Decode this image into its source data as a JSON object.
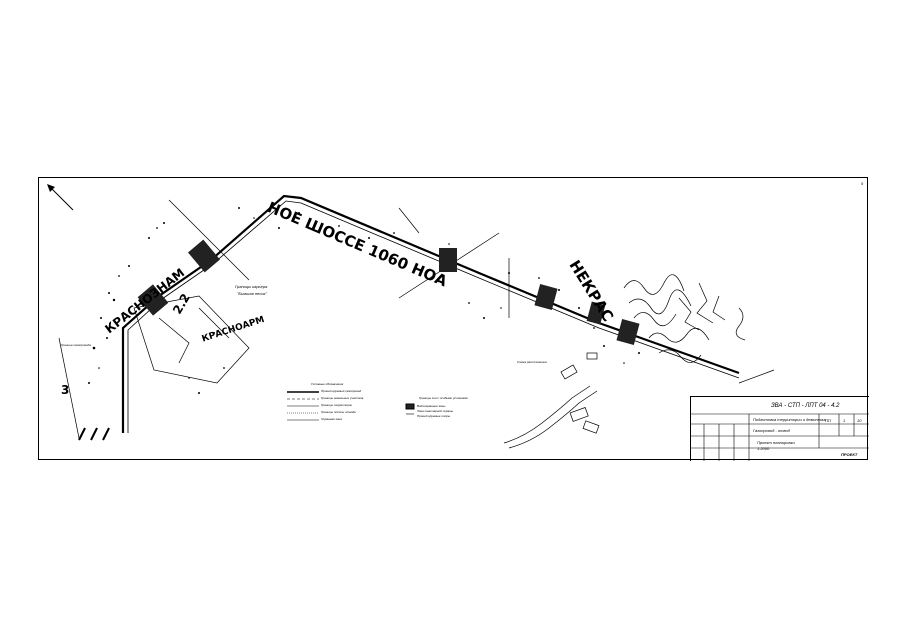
{
  "sheet": {
    "page_number": "5",
    "code": "ЗВА - СТП - ЛПТ 04 - 4.2",
    "project_title": "Подготовка территории и демонтаж",
    "object_name": "Газопровод - отвод",
    "drawing_name": "Проект планировки",
    "scale": "1:2000",
    "stage": "ПП",
    "sheet_no": "1",
    "sheets_total": "10",
    "company": "ПРОЕКТ"
  },
  "map_labels": {
    "road_top": "НОЕ ШОССЕ 1060 НОА",
    "road_right": "НЕКРАС",
    "road_left": "КРАСНОЗНАМ",
    "village_left": "КРАСНОАРМ",
    "quarry_label": "Границы карьера",
    "quarry_name": "\"Бывшая песок\"",
    "left_callout": "Граница газопровода",
    "bottom_callout": "Схема расположения",
    "zone_number": "2.2",
    "left_number": "3"
  },
  "legend": {
    "left_title": "Условные обозначения",
    "left_items": [
      "Проектируемый газопровод",
      "Границы земельных участков",
      "Границы территории",
      "Границы полосы отвода",
      "Охранная зона"
    ],
    "right_title": "Границы зон с особыми условиями",
    "right_items": [
      "Водоохранные зоны",
      "Зона санитарной охраны",
      "Проектируемые опоры"
    ]
  },
  "colors": {
    "ink": "#000000",
    "paper": "#ffffff",
    "hatch": "#222222"
  }
}
